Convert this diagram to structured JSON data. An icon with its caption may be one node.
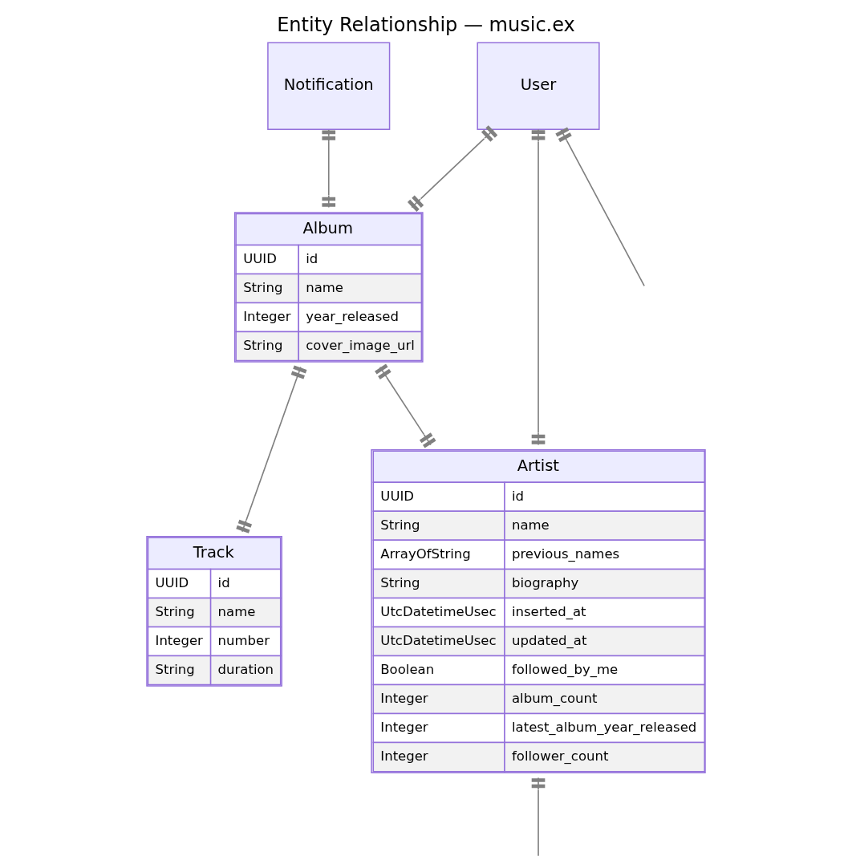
{
  "diagram": {
    "title": "Entity Relationship — music.ex",
    "nodes": [
      {
        "text": [
          "Notification"
        ]
      },
      {
        "text": [
          "User"
        ]
      },
      {
        "text": [
          "Album",
          "UUID",
          "id",
          "String",
          "name",
          "Integer",
          "year_released",
          "String",
          "cover_image_url"
        ]
      },
      {
        "text": [
          "Artist",
          "UUID",
          "id",
          "String",
          "name",
          "ArrayOfString",
          "previous_names",
          "String",
          "biography",
          "UtcDatetimeUsec",
          "inserted_at",
          "UtcDatetimeUsec",
          "updated_at",
          "Boolean",
          "followed_by_me",
          "Integer",
          "album_count",
          "Integer",
          "latest_album_year_released",
          "Integer",
          "follower_count"
        ]
      },
      {
        "text": [
          "Track",
          "UUID",
          "id",
          "String",
          "name",
          "Integer",
          "number",
          "String",
          "duration"
        ]
      }
    ],
    "edges": [
      {
        "from": 0,
        "to": 2,
        "arrow": "other"
      },
      {
        "from": 1,
        "to": 2,
        "arrow": "other"
      },
      {
        "from": 1,
        "to": 3,
        "arrow": "other"
      },
      {
        "from": 1,
        "to": null,
        "arrow": "other"
      },
      {
        "from": 2,
        "to": 3,
        "arrow": "other"
      },
      {
        "from": 2,
        "to": 4,
        "arrow": "other"
      },
      {
        "from": 3,
        "to": null,
        "arrow": "other"
      }
    ]
  }
}
